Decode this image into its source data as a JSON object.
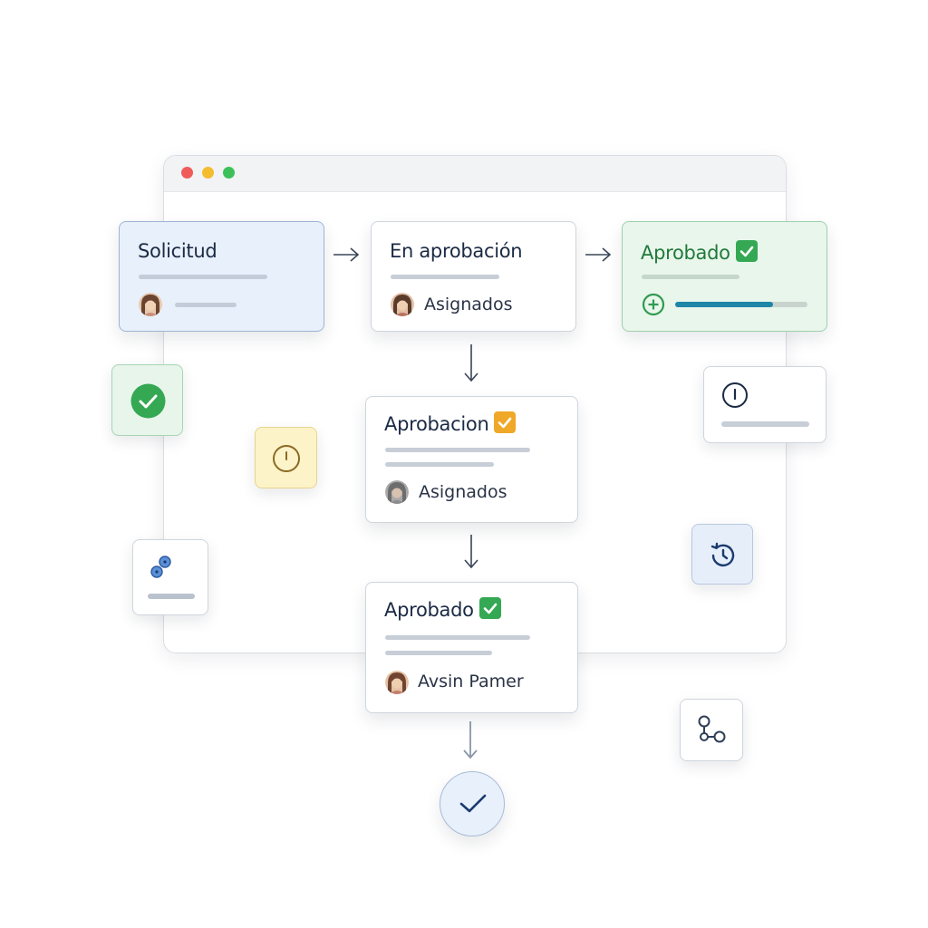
{
  "window": {
    "dots": [
      "#ef5b5b",
      "#f4bd2f",
      "#3cc15a"
    ]
  },
  "colors": {
    "ink": "#1b2a44",
    "green": "#1f7a3a",
    "green_badge": "#34a853",
    "amber_badge": "#f0a828",
    "progress": "#1f86a8",
    "arrow": "#3a4658"
  },
  "steps": {
    "solicitud": {
      "title": "Solicitud"
    },
    "en_aprobacion": {
      "title": "En aprobación",
      "assignee": "Asignados"
    },
    "aprobado_top": {
      "title": "Aprobado",
      "badge_icon": "check-icon",
      "progress": 0.74
    },
    "aprobacion": {
      "title": "Aprobacion",
      "badge_icon": "check-icon",
      "assignee": "Asignados"
    },
    "aprobado_bottom": {
      "title": "Aprobado",
      "badge_icon": "check-icon",
      "assignee": "Avsin Pamer"
    }
  },
  "side_tiles": {
    "approved": {
      "icon": "check-circle-icon"
    },
    "pending": {
      "icon": "clock-icon"
    },
    "info": {
      "icon": "info-icon"
    },
    "nodes": {
      "icon": "nodes-icon"
    },
    "history": {
      "icon": "history-icon"
    },
    "branch": {
      "icon": "branch-icon"
    }
  },
  "end_node": {
    "icon": "check-icon"
  }
}
